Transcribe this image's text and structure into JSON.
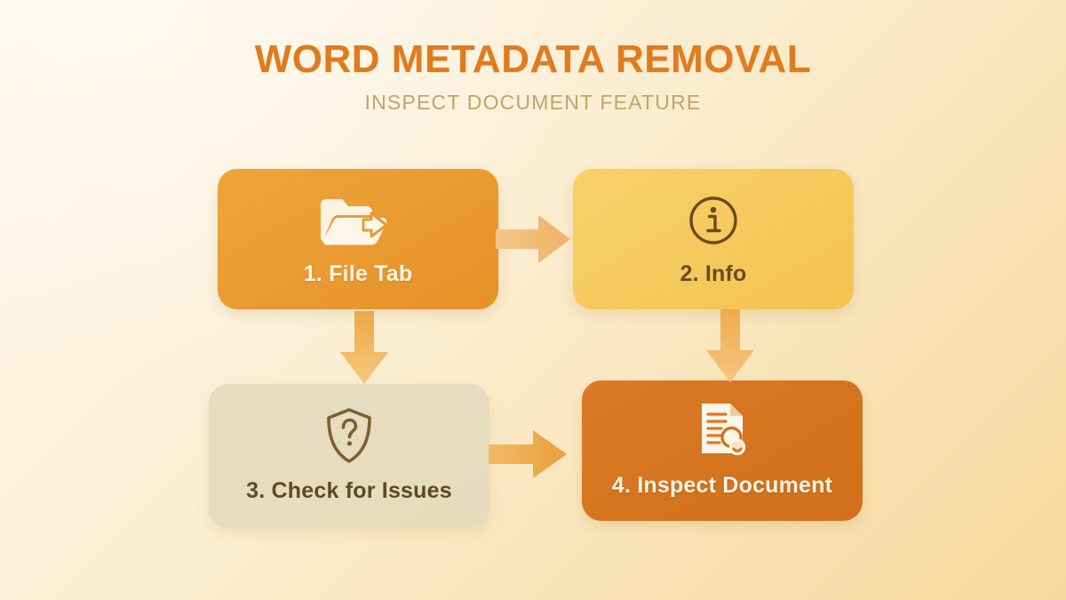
{
  "header": {
    "title": "WORD METADATA REMOVAL",
    "subtitle": "INSPECT DOCUMENT FEATURE",
    "title_color": "#E07B1E",
    "subtitle_color": "#C2A468"
  },
  "background": {
    "from": "#FDF7EA",
    "to": "#F6D99C"
  },
  "flow": {
    "steps": [
      {
        "id": "step-1",
        "label": "1. File Tab",
        "icon": "folder-export-icon",
        "bg_color": "#E99A31",
        "text_color": "#FDF4E4"
      },
      {
        "id": "step-2",
        "label": "2. Info",
        "icon": "info-circle-icon",
        "bg_color": "#F6C95C",
        "text_color": "#6B4A20"
      },
      {
        "id": "step-3",
        "label": "3. Check for Issues",
        "icon": "shield-question-icon",
        "bg_color": "#E7DCBF",
        "text_color": "#5E4A28"
      },
      {
        "id": "step-4",
        "label": "4. Inspect Document",
        "icon": "document-search-icon",
        "bg_color": "#D5741F",
        "text_color": "#FCF3E6"
      }
    ],
    "connectors": [
      {
        "id": "arrow-1-2",
        "from": "step-1",
        "to": "step-2",
        "direction": "right",
        "color": "#F2BE73"
      },
      {
        "id": "arrow-1-3",
        "from": "step-1",
        "to": "step-3",
        "direction": "down",
        "color": "#EFB35F"
      },
      {
        "id": "arrow-2-4",
        "from": "step-2",
        "to": "step-4",
        "direction": "down",
        "color": "#EFB35F"
      },
      {
        "id": "arrow-3-4",
        "from": "step-3",
        "to": "step-4",
        "direction": "right",
        "color": "#EFA944"
      }
    ]
  }
}
